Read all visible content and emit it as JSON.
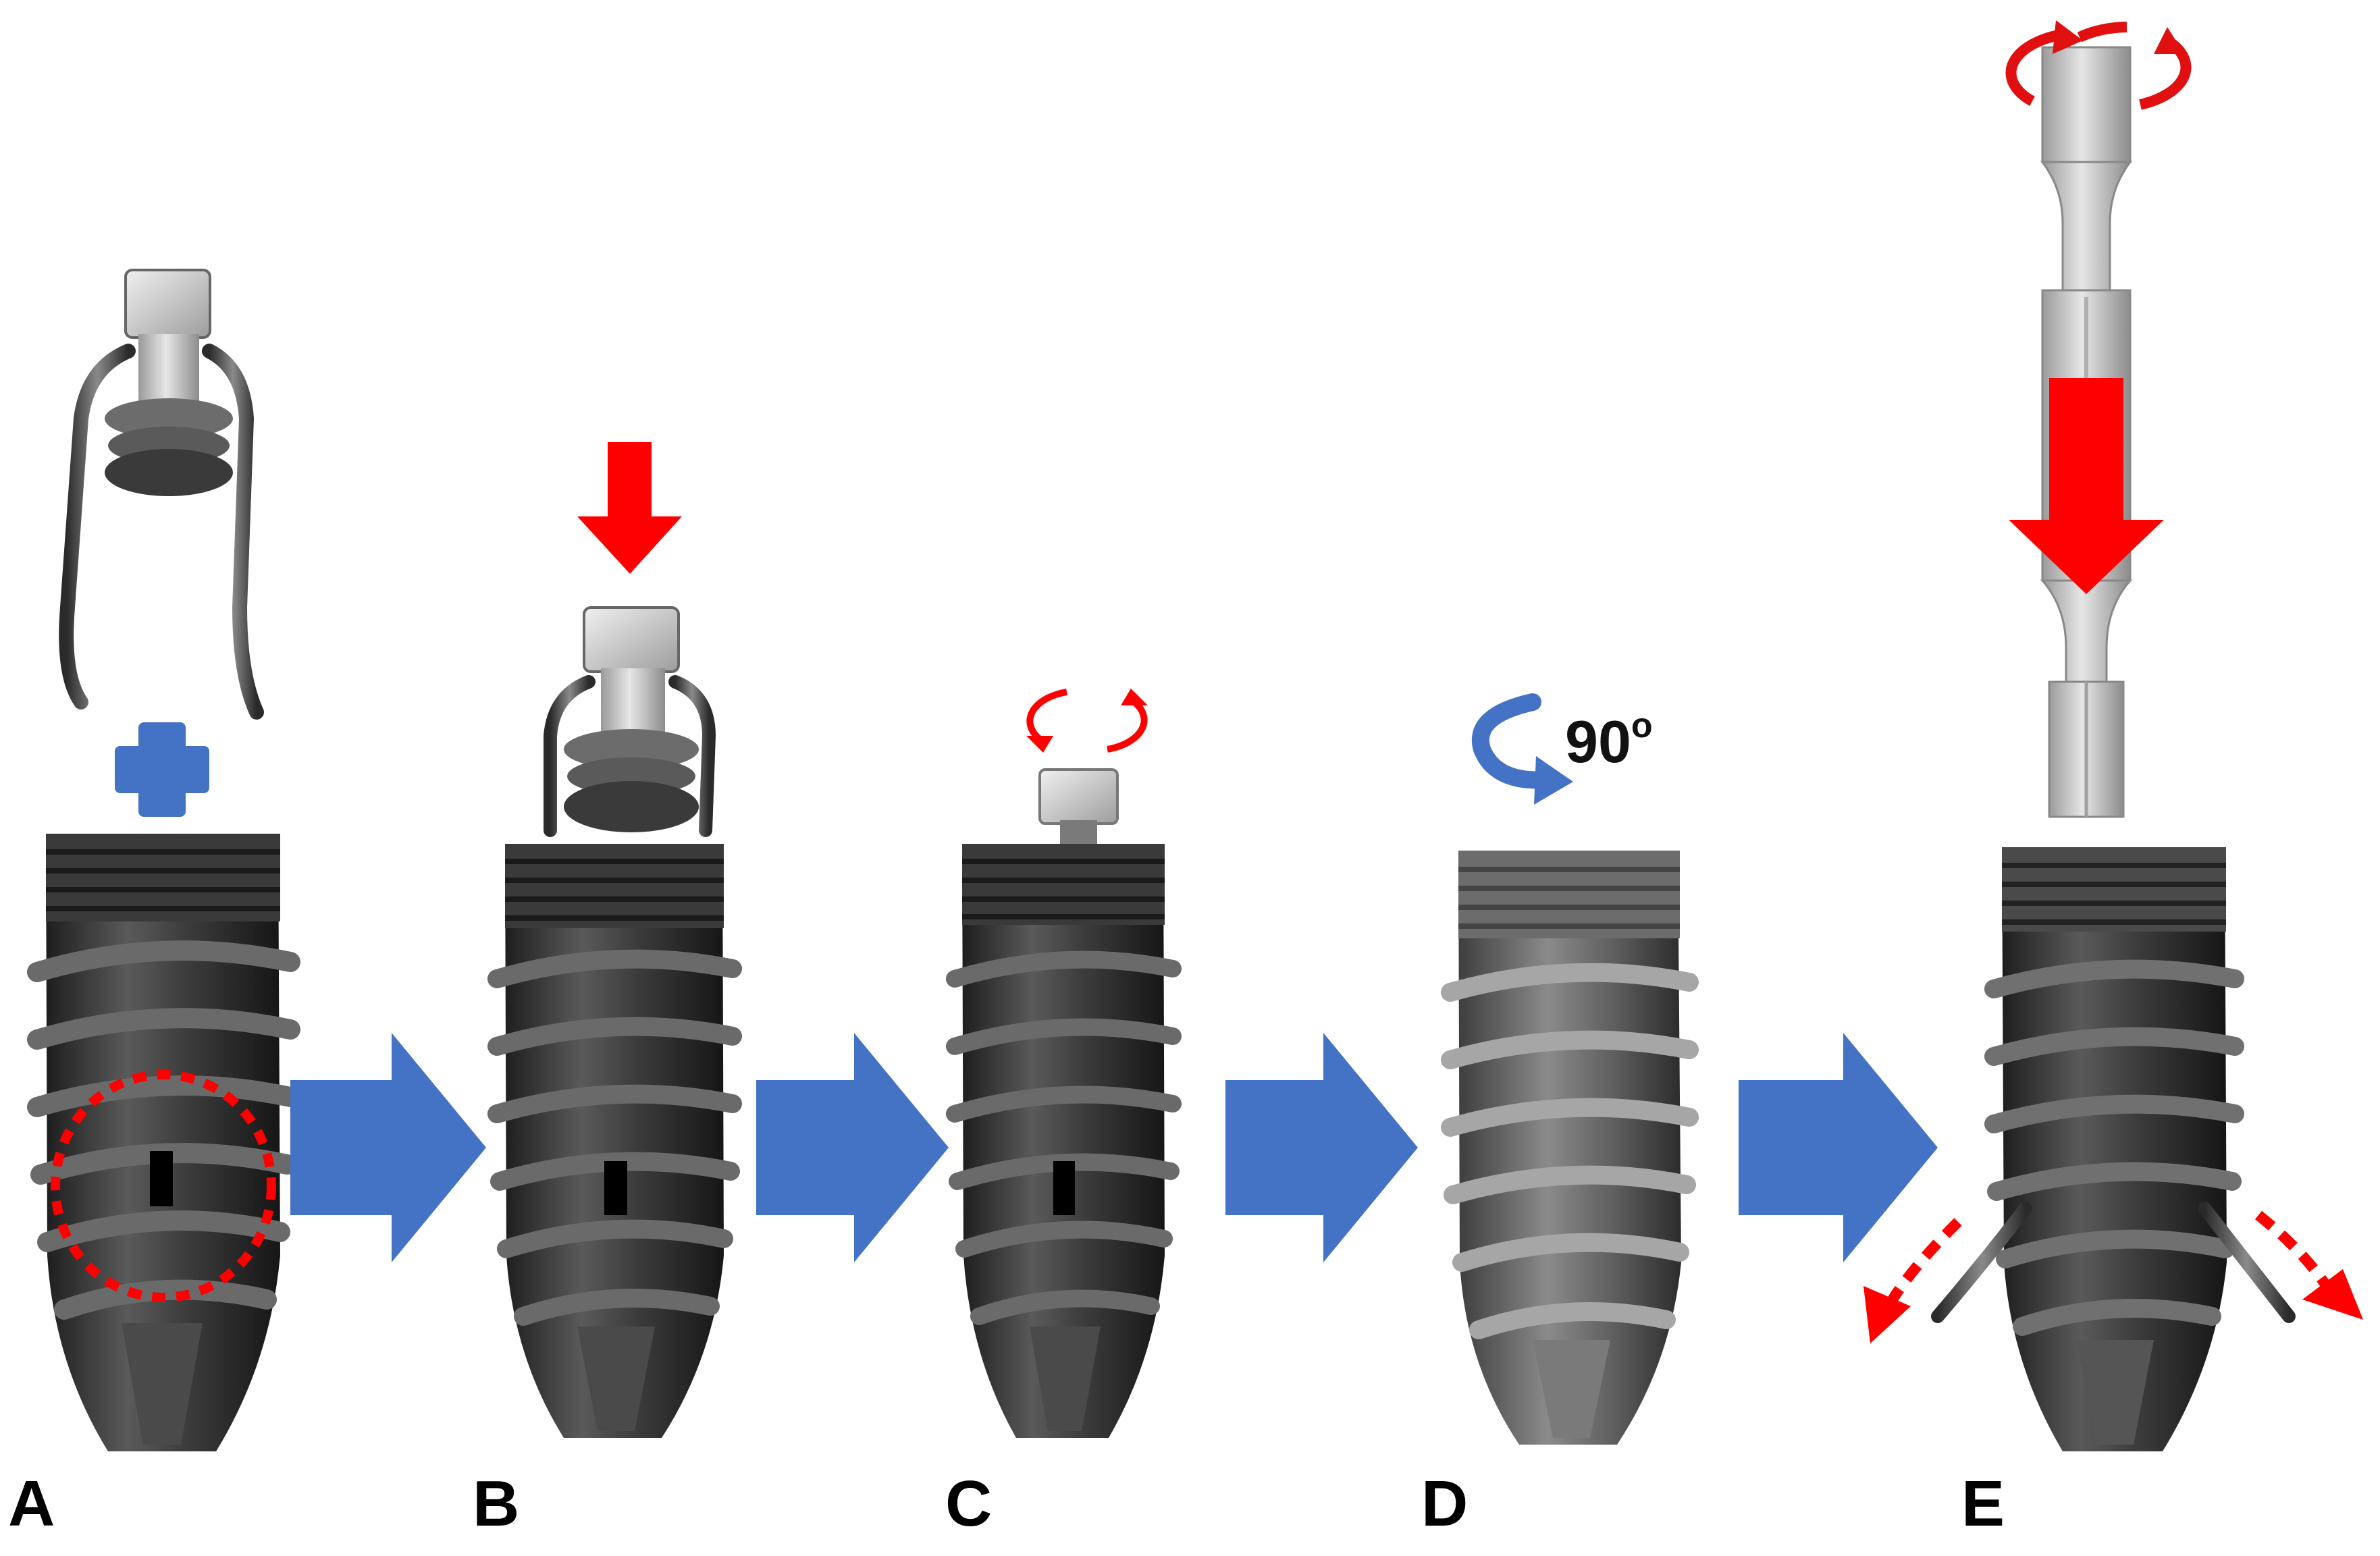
{
  "panels": [
    {
      "id": "A",
      "label": "A"
    },
    {
      "id": "B",
      "label": "B"
    },
    {
      "id": "C",
      "label": "C"
    },
    {
      "id": "D",
      "label": "D"
    },
    {
      "id": "E",
      "label": "E"
    }
  ],
  "rotation": {
    "value": "90",
    "unit": "o"
  },
  "colors": {
    "process_arrow": "#4472C4",
    "plus_sign": "#4472C4",
    "action_arrow": "#FF0000",
    "implant_dark": "#2f2f2f",
    "metal_light": "#c8c8c8"
  }
}
